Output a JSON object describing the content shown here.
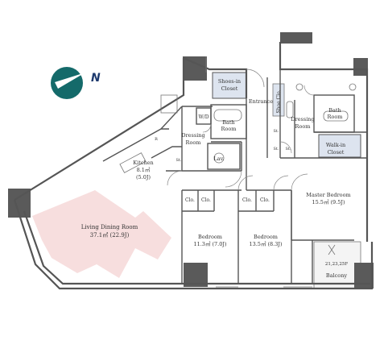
{
  "compass": {
    "north_label": "N",
    "color": "#146a6a"
  },
  "colors": {
    "wall": "#555555",
    "living_highlight": "#f7dede",
    "closet_fill": "#dde4ef",
    "balcony_fill": "#f2f2f2"
  },
  "rooms": {
    "living": {
      "name": "Living Dining Room",
      "area": "37.1㎡  (22.9J)"
    },
    "kitchen": {
      "name": "Kitchen",
      "area1": "8.1㎡",
      "area2": "(5.0J)"
    },
    "dressing_left": {
      "line1": "Dressing",
      "line2": "Room"
    },
    "wd": {
      "label": "W/D"
    },
    "bath_left": {
      "line1": "Bath",
      "line2": "Room"
    },
    "lav": {
      "label": "Lav."
    },
    "shoes_in": {
      "line1": "Shoes-in",
      "line2": "Closet"
    },
    "entrance": {
      "label": "Entrance"
    },
    "shoe_clo": {
      "label": "Shoe Clo."
    },
    "dressing_right": {
      "line1": "Dressing",
      "line2": "Room"
    },
    "bath_right": {
      "line1": "Bath",
      "line2": "Room"
    },
    "walk_in": {
      "line1": "Walk-in",
      "line2": "Closet"
    },
    "master": {
      "name": "Master Bedroom",
      "area": "15.5㎡  (9.5J)"
    },
    "bedroom1": {
      "name": "Bedroom",
      "area": "11.3㎡  (7.0J)",
      "clo1": "Clo.",
      "clo2": "Clo."
    },
    "bedroom2": {
      "name": "Bedroom",
      "area": "13.5㎡  (8.3J)",
      "clo1": "Clo.",
      "clo2": "Clo."
    },
    "balcony": {
      "label": "Balcony",
      "floors": "21,23,25F"
    }
  },
  "storage": {
    "st": "St.",
    "r": "R"
  }
}
